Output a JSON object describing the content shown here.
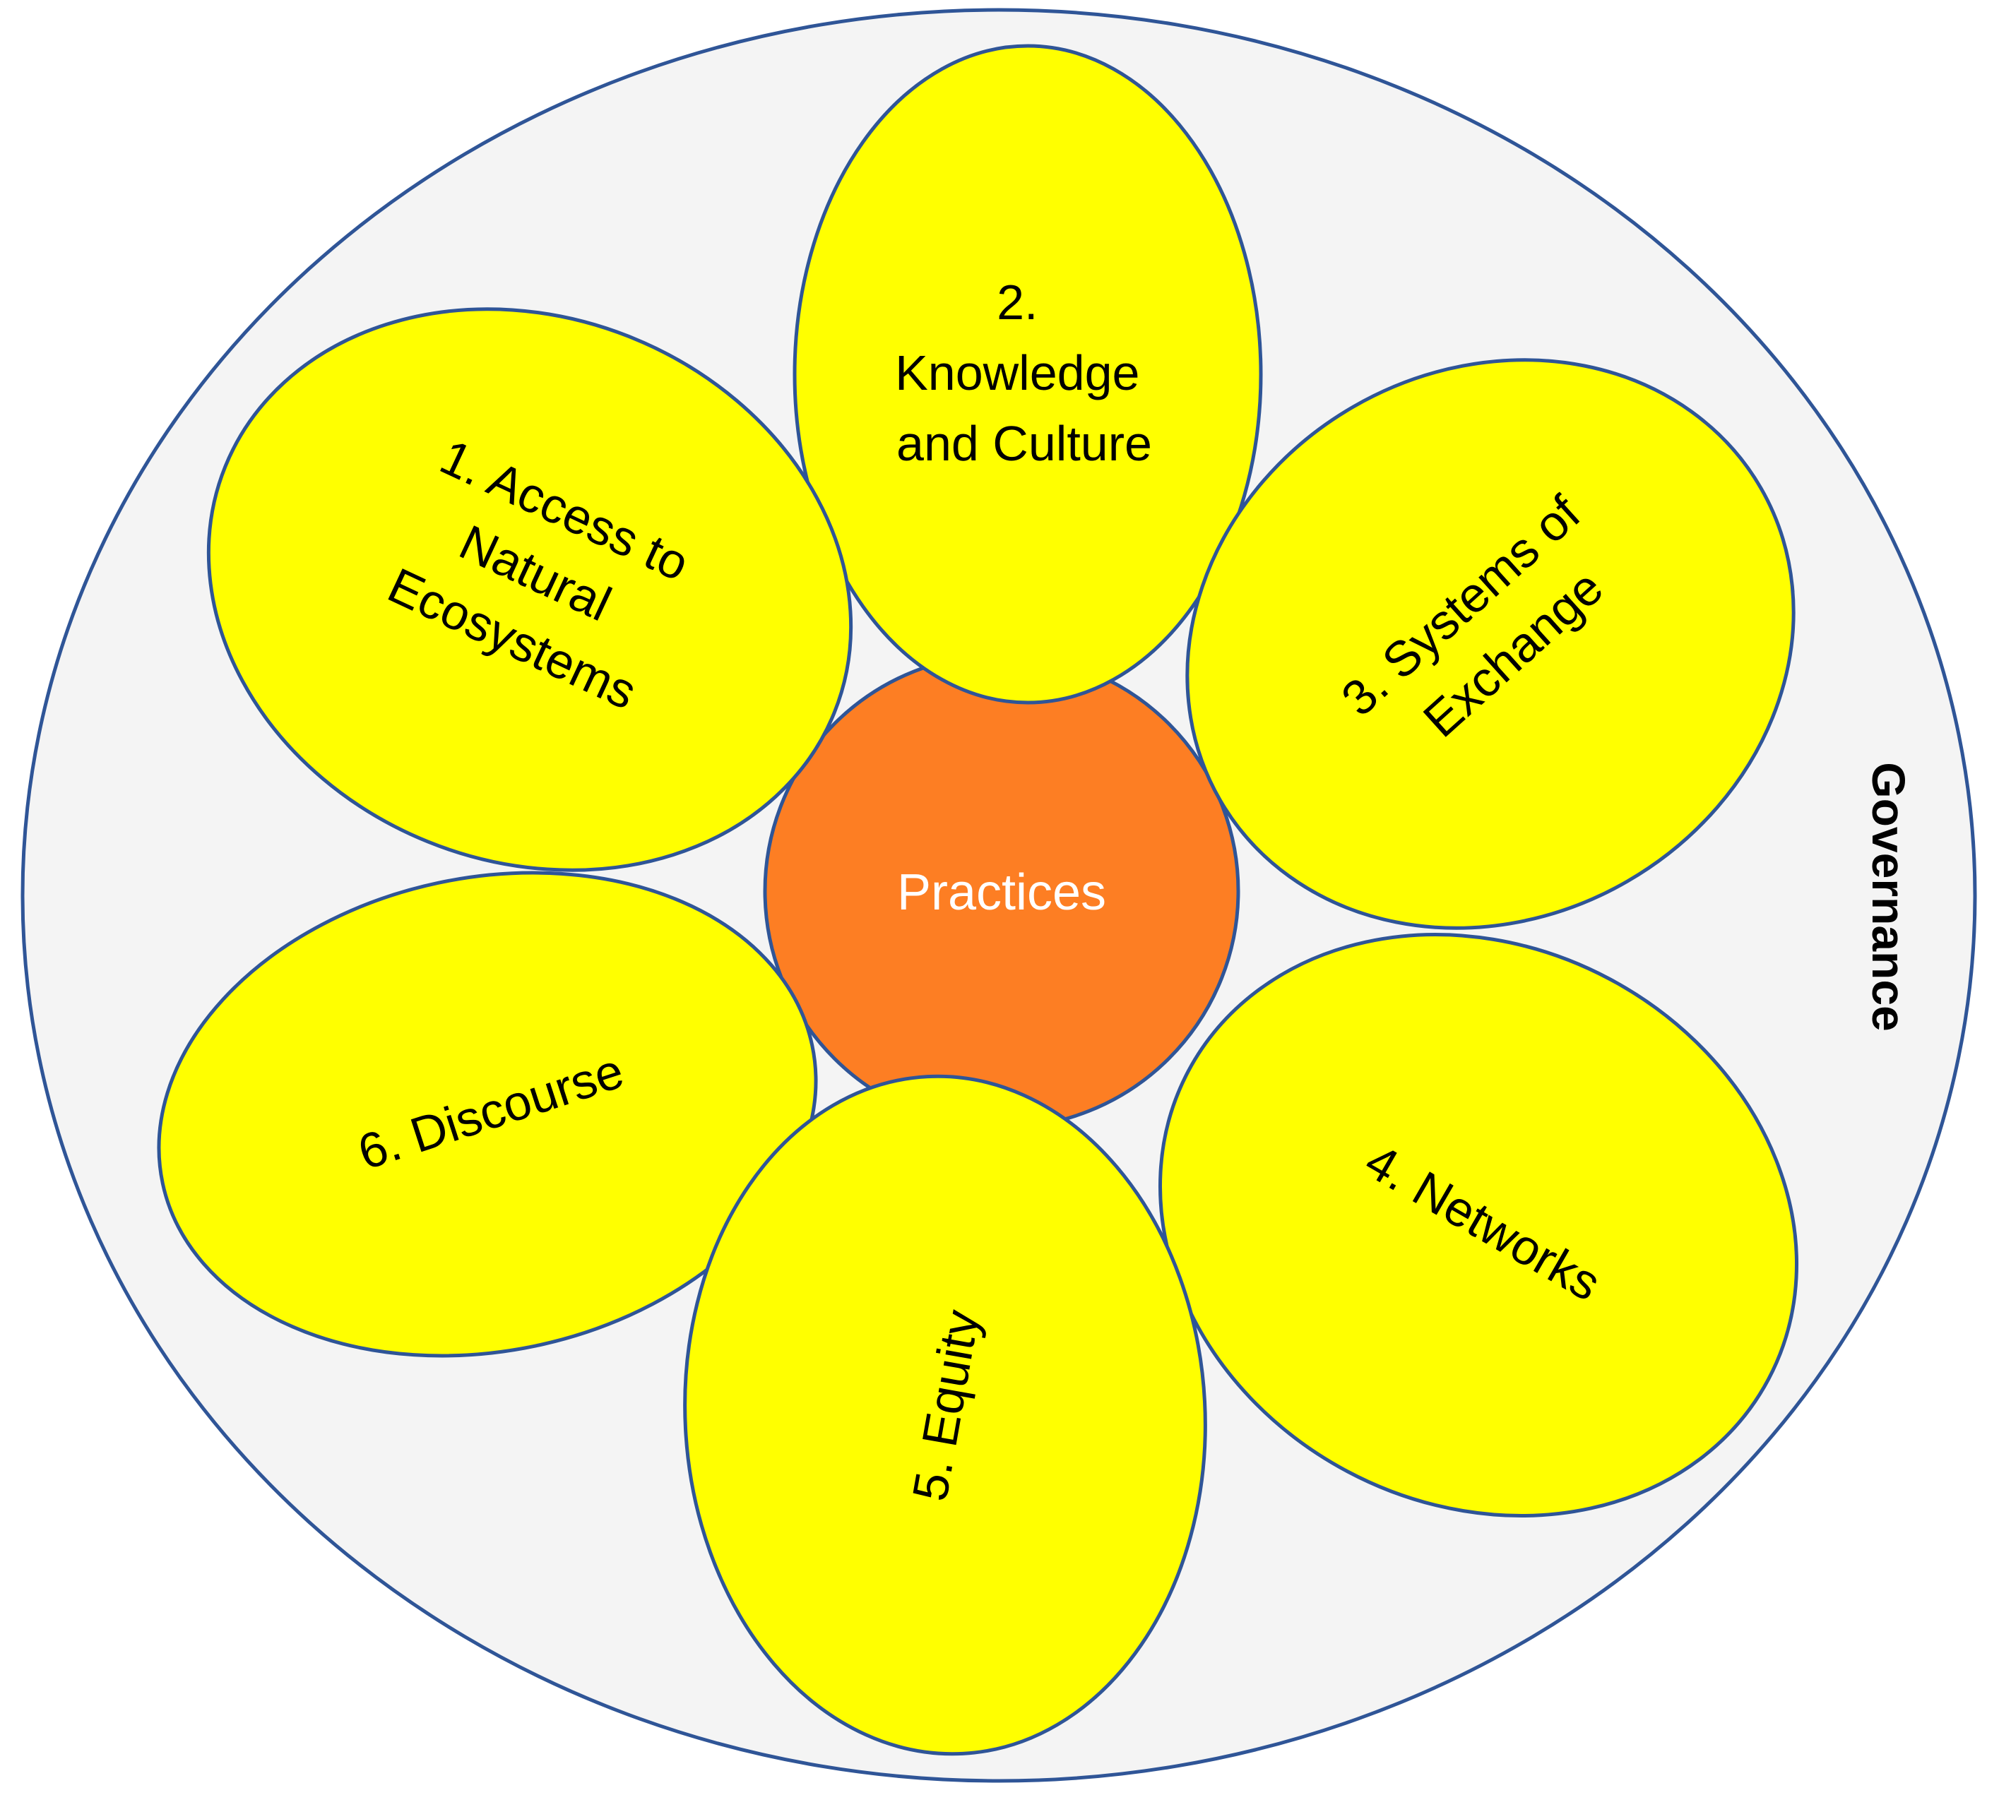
{
  "colors": {
    "background": "#ffffff",
    "outer_fill": "#f4f4f4",
    "outline": "#2f5597",
    "petal_fill": "#ffff00",
    "center_fill": "#fd7e23",
    "center_text": "#ffffff",
    "petal_text": "#000000"
  },
  "outer": {
    "label": "Governance"
  },
  "center": {
    "label": "Practices"
  },
  "petals": [
    {
      "id": "access",
      "lines": [
        "1. Access to",
        "Natural",
        "Ecosystems"
      ]
    },
    {
      "id": "knowledge",
      "lines": [
        "2.",
        "Knowledge",
        "and Culture"
      ]
    },
    {
      "id": "exchange",
      "lines": [
        "3. Systems of",
        "Exchange"
      ]
    },
    {
      "id": "networks",
      "lines": [
        "4. Networks"
      ]
    },
    {
      "id": "equity",
      "lines": [
        "5. Equity"
      ]
    },
    {
      "id": "discourse",
      "lines": [
        "6. Discourse"
      ]
    }
  ]
}
